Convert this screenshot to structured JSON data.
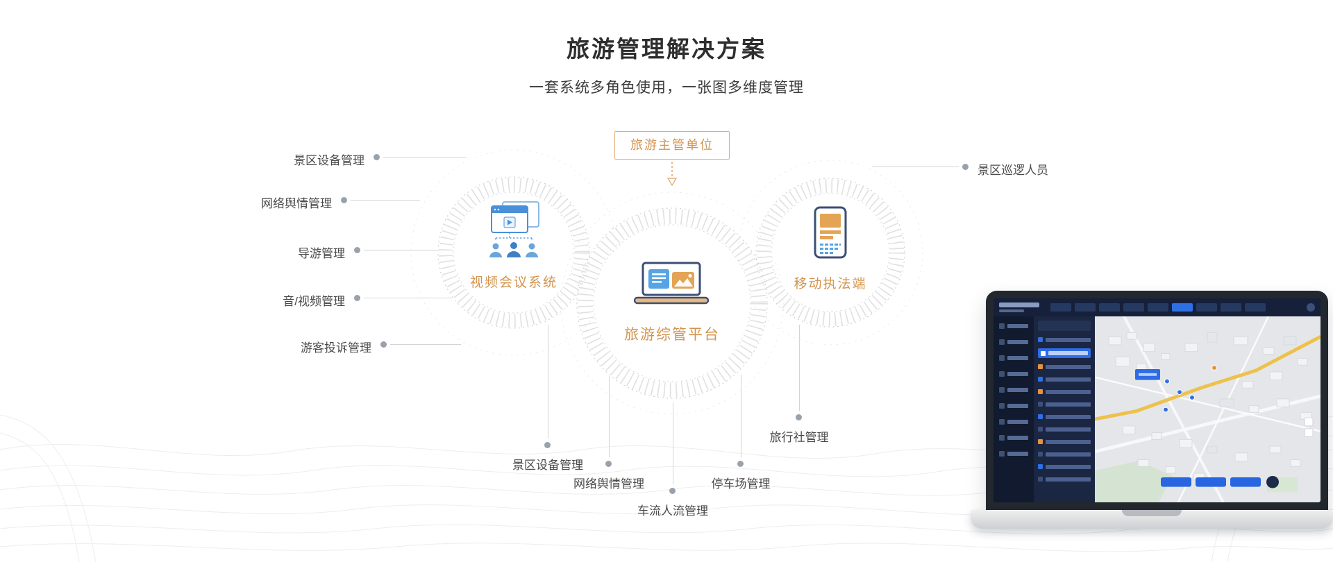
{
  "header": {
    "title": "旅游管理解决方案",
    "subtitle": "一套系统多角色使用，一张图多维度管理"
  },
  "diagram": {
    "authority_label": "旅游主管单位",
    "nodes": {
      "video": {
        "label": "视频会议系统",
        "icon": "video-conference-icon"
      },
      "platform": {
        "label": "旅游综管平台",
        "icon": "laptop-dashboard-icon"
      },
      "mobile": {
        "label": "移动执法端",
        "icon": "handheld-terminal-icon"
      }
    },
    "left_labels": [
      "景区设备管理",
      "网络舆情管理",
      "导游管理",
      "音/视频管理",
      "游客投诉管理"
    ],
    "right_labels": [
      "景区巡逻人员"
    ],
    "bottom_labels": [
      "景区设备管理",
      "网络舆情管理",
      "车流人流管理",
      "停车场管理",
      "旅行社管理"
    ]
  },
  "laptop_preview": {
    "content": "smart-tourism-dashboard-with-3d-map"
  },
  "colors": {
    "accent_orange": "#D3944F",
    "border_orange": "#E3AD72",
    "icon_blue": "#4A90D9",
    "icon_navy": "#3C4F76",
    "icon_orange": "#E3A455",
    "line_gray": "#D4D4D4",
    "dot_gray": "#99A2AC",
    "highlight_blue": "#2E6BE6"
  }
}
